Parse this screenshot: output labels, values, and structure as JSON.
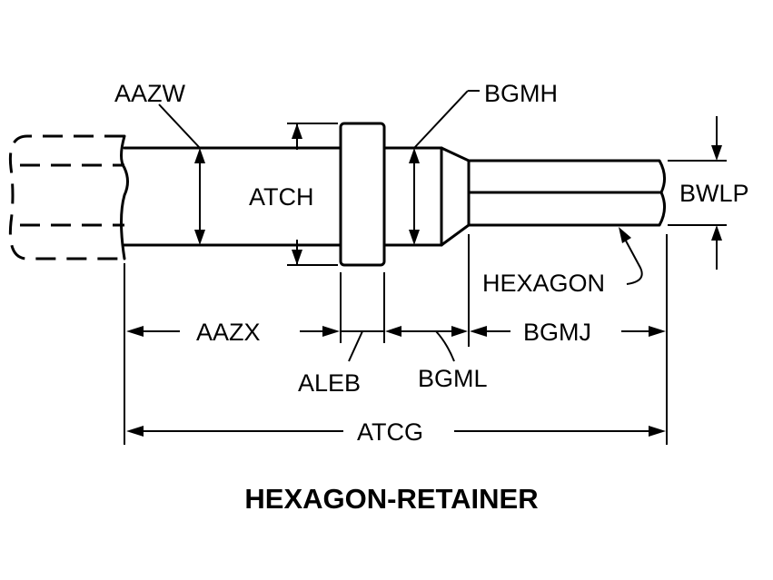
{
  "caption": "HEXAGON-RETAINER",
  "labels": {
    "aazw": "AAZW",
    "bgmh": "BGMH",
    "atch": "ATCH",
    "bwlp": "BWLP",
    "hexagon": "HEXAGON",
    "aazx": "AAZX",
    "bgmj": "BGMJ",
    "aleb": "ALEB",
    "bgml": "BGML",
    "atcg": "ATCG"
  }
}
